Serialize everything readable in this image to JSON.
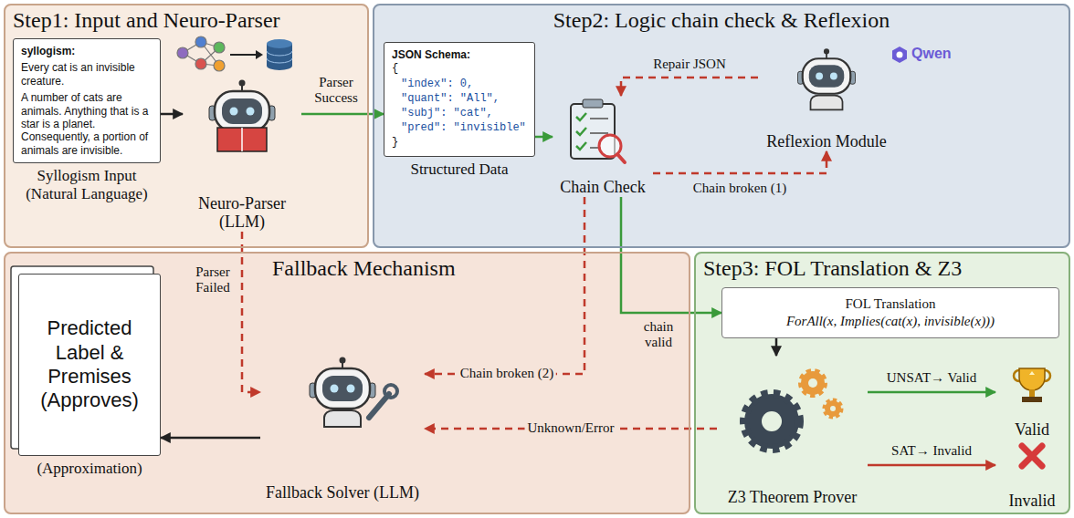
{
  "diagram": {
    "nodes": [
      {
        "text": [
          "Step1: Input and Neuro-Parser"
        ]
      },
      {
        "text": [
          "Step2: Logic chain check & Reflexion"
        ]
      },
      {
        "text": [
          "Step3: FOL Translation & Z3"
        ]
      },
      {
        "text": [
          "Fallback Mechanism"
        ]
      },
      {
        "text": [
          "syllogism:",
          "Every cat is an invisible creature.",
          "A number of cats are animals. Anything that is a star is a planet. Consequently, a portion of animals are invisible.",
          "Syllogism Input (Natural Language)"
        ],
        "in": 0
      },
      {
        "text": [
          "Neuro-Parser (LLM)"
        ],
        "in": 0
      },
      {
        "text": [
          "JSON Schema:",
          "{",
          "\"index\": 0,",
          "\"quant\": \"All\",",
          "\"subj\": \"cat\",",
          "\"pred\": \"invisible\"",
          "}",
          "Structured Data"
        ],
        "in": 1
      },
      {
        "text": [
          "Chain Check"
        ],
        "in": 1
      },
      {
        "text": [
          "Reflexion Module"
        ],
        "in": 1
      },
      {
        "text": [
          "FOL Translation",
          "ForAll(x, Implies(cat(x), invisible(x)))"
        ],
        "in": 2
      },
      {
        "text": [
          "Z3 Theorem Prover"
        ],
        "in": 2
      },
      {
        "text": [
          "Valid"
        ],
        "in": 2
      },
      {
        "text": [
          "Invalid"
        ],
        "in": 2
      },
      {
        "text": [
          "Predicted Label & Premises (Approves)",
          "(Approximation)"
        ],
        "in": 3
      },
      {
        "text": [
          "Fallback Solver (LLM)"
        ],
        "in": 3
      }
    ],
    "edges": [
      {
        "from": 4,
        "to": 5,
        "arrow": "to"
      },
      {
        "from": 5,
        "to": 6,
        "label": "Parser Success",
        "arrow": "to"
      },
      {
        "from": 5,
        "to": 14,
        "label": "Parser Failed",
        "arrow": "to"
      },
      {
        "from": 6,
        "to": 7,
        "arrow": "to"
      },
      {
        "from": 7,
        "to": 8,
        "label": "Chain broken (1)",
        "arrow": "to"
      },
      {
        "from": 8,
        "to": 7,
        "label": "Repair JSON",
        "arrow": "to"
      },
      {
        "from": 7,
        "to": 14,
        "label": "Chain broken (2)",
        "arrow": "to"
      },
      {
        "from": 7,
        "to": 9,
        "label": "chain valid",
        "arrow": "to"
      },
      {
        "from": 9,
        "to": 10,
        "arrow": "to"
      },
      {
        "from": 10,
        "to": 11,
        "label": "UNSAT→ Valid",
        "arrow": "to"
      },
      {
        "from": 10,
        "to": 12,
        "label": "SAT→ Invalid",
        "arrow": "to"
      },
      {
        "from": 10,
        "to": 14,
        "label": "Unknown/Error",
        "arrow": "to"
      },
      {
        "from": 14,
        "to": 13,
        "arrow": "to"
      }
    ],
    "labels": [
      "Qwen"
    ]
  }
}
